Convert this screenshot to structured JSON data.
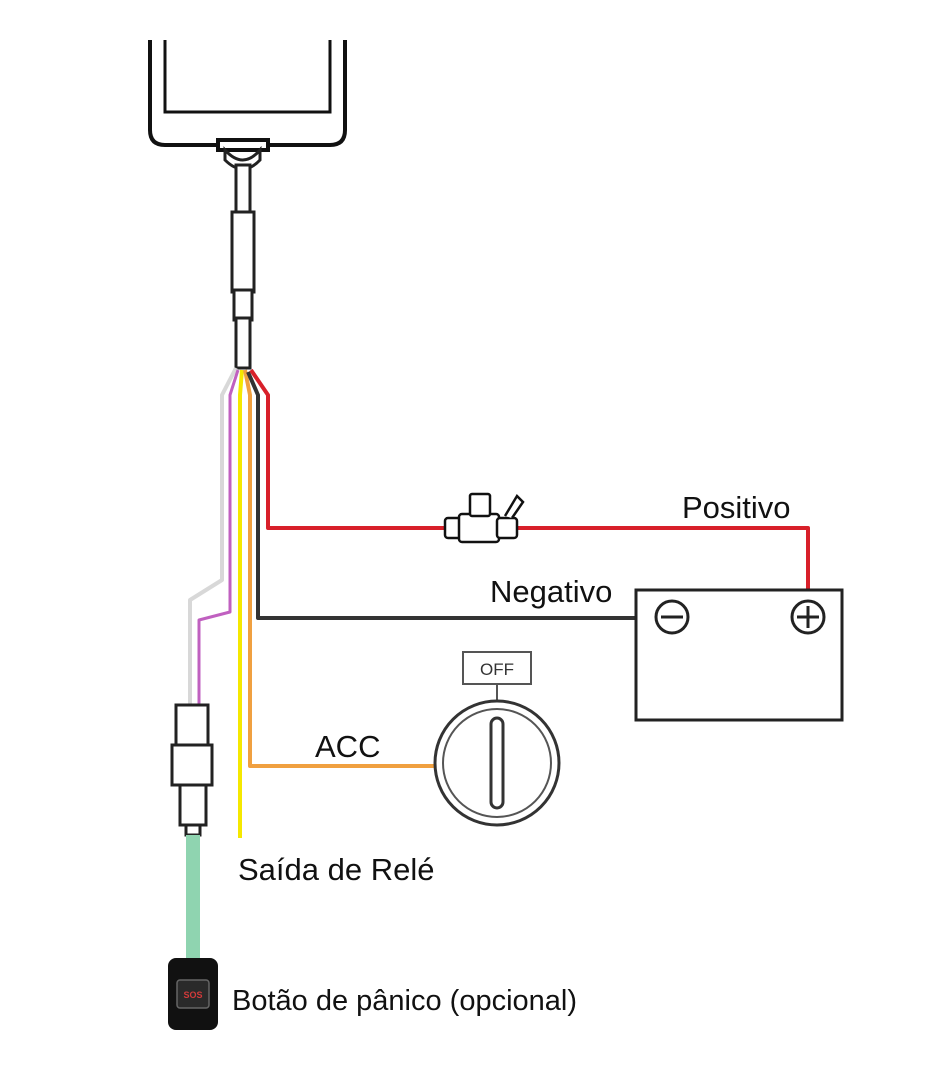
{
  "labels": {
    "positive": "Positivo",
    "negative": "Negativo",
    "acc": "ACC",
    "relay": "Saída de Relé",
    "panic": "Botão de pânico (opcional)",
    "ignition_off": "OFF",
    "battery_minus": "−",
    "battery_plus": "+",
    "sos": "SOS"
  },
  "colors": {
    "positive_wire": "#d8202a",
    "negative_wire": "#333333",
    "acc_wire": "#f0a040",
    "relay_wire": "#f5e800",
    "panic_wire": "#c060c0",
    "white_wire": "#d8d8d8",
    "green_wire": "#8fd4b0"
  }
}
